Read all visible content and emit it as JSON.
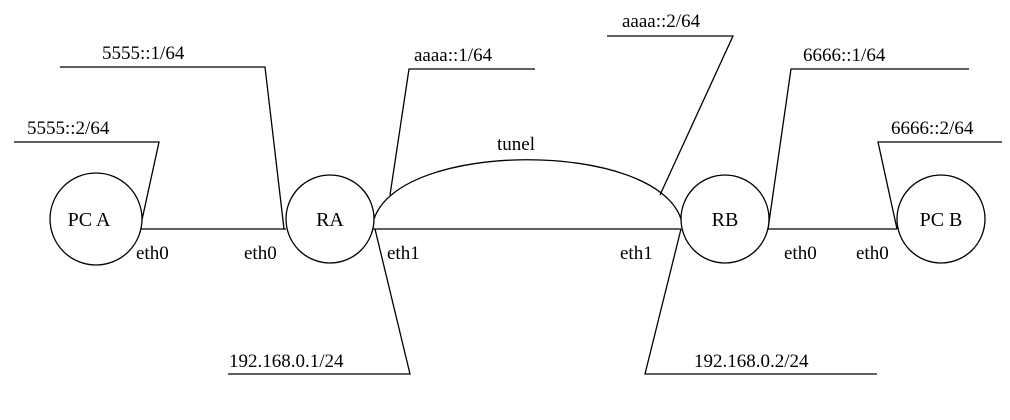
{
  "nodes": {
    "pc_a": "PC A",
    "ra": "RA",
    "rb": "RB",
    "pc_b": "PC B"
  },
  "interfaces": {
    "pc_a_eth0": "eth0",
    "ra_eth0": "eth0",
    "ra_eth1": "eth1",
    "rb_eth1": "eth1",
    "rb_eth0": "eth0",
    "pc_b_eth0": "eth0"
  },
  "addresses": {
    "pc_a": "5555::2/64",
    "ra_eth0": "5555::1/64",
    "ra_tunnel": "aaaa::1/64",
    "rb_tunnel": "aaaa::2/64",
    "rb_eth0": "6666::1/64",
    "pc_b": "6666::2/64",
    "ra_eth1": "192.168.0.1/24",
    "rb_eth1": "192.168.0.2/24"
  },
  "tunnel_label": "tunel"
}
